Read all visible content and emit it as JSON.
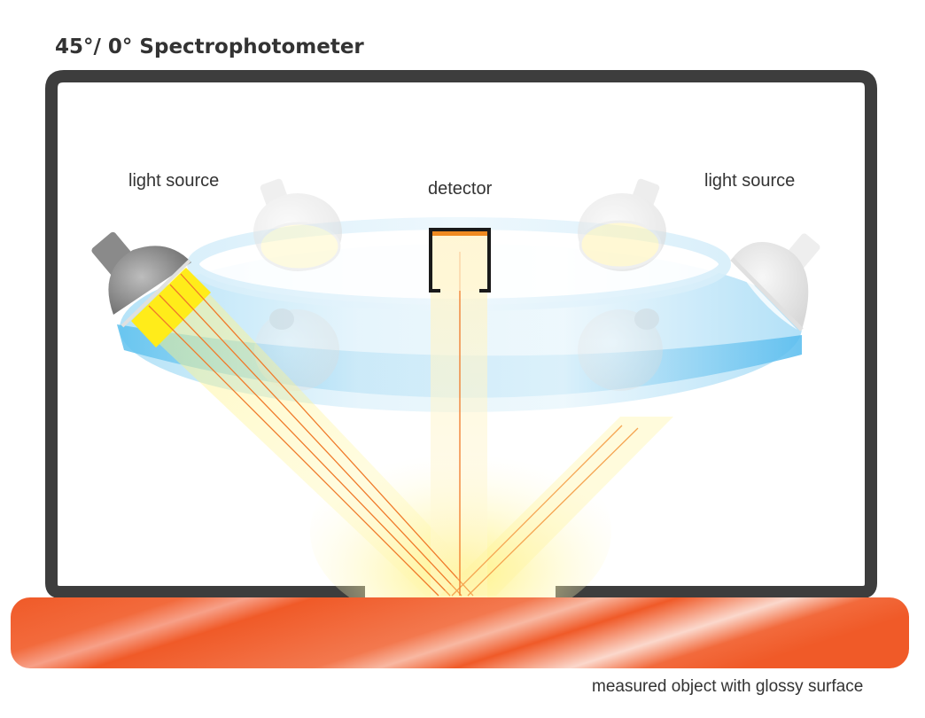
{
  "title": "45°/ 0° Spectrophotometer",
  "labels": {
    "light_source_left": "light source",
    "light_source_right": "light source",
    "detector": "detector",
    "measured_object": "measured object with glossy surface"
  },
  "colors": {
    "housing": "#3d3d3d",
    "ring": "#5bbfee",
    "beam": "#ffe000",
    "ray": "#f07a2a",
    "detector_sensor": "#f08a20",
    "sample": "#f05a28"
  }
}
